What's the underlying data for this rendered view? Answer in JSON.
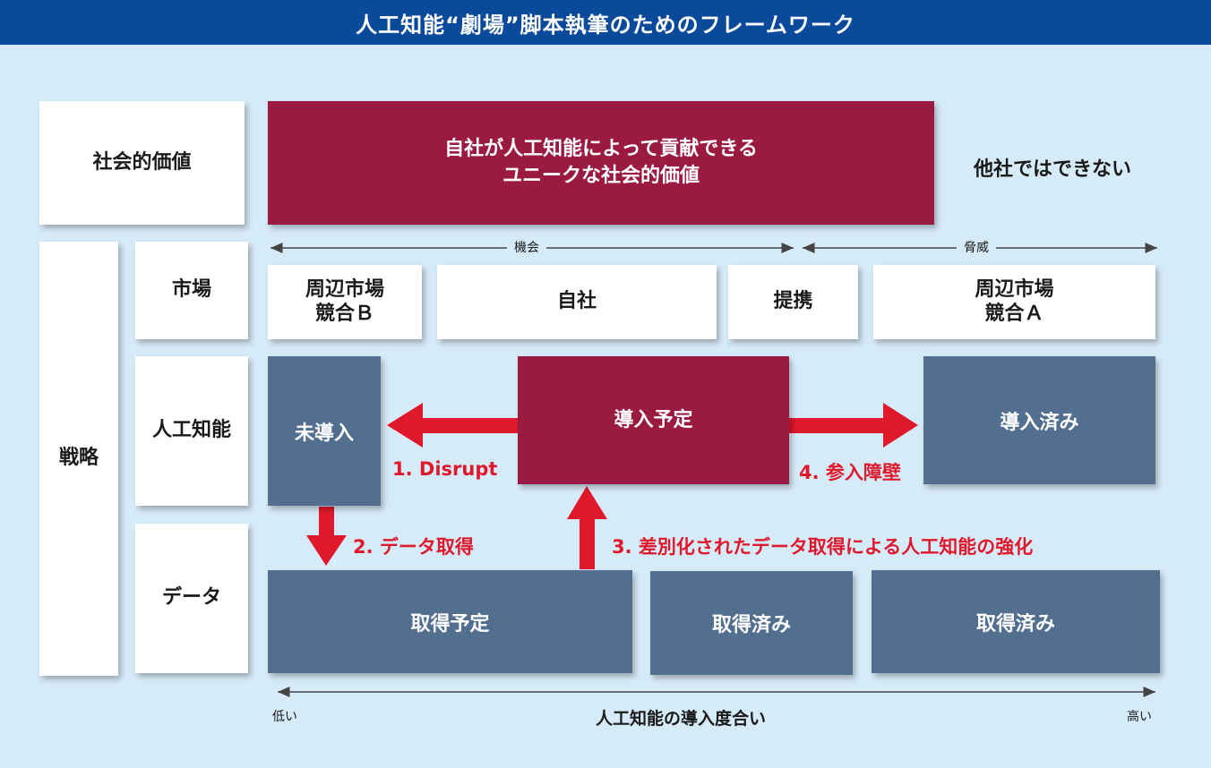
{
  "title": "人工知能“劇場”脚本執筆のためのフレームワーク",
  "rows": {
    "social_value": "社会的価値",
    "strategy": "戦略",
    "market": "市場",
    "ai": "人工知能",
    "data": "データ"
  },
  "social_value_box": {
    "line1": "自社が人工知能によって貢献できる",
    "line2": "ユニークな社会的価値"
  },
  "others_cannot": "他社ではできない",
  "market_axis": {
    "opportunity": "機会",
    "threat": "脅威"
  },
  "market_boxes": {
    "peripheral_b": "周辺市場\n競合Ｂ",
    "own_company": "自社",
    "partnership": "提携",
    "peripheral_a": "周辺市場\n競合Ａ"
  },
  "ai_boxes": {
    "not_adopted": "未導入",
    "planned": "導入予定",
    "adopted": "導入済み"
  },
  "data_boxes": {
    "planned": "取得予定",
    "acquired_mid": "取得済み",
    "acquired_right": "取得済み"
  },
  "arrows": {
    "disrupt": "1. Disrupt",
    "data_acquisition": "2. データ取得",
    "differentiated": "3. 差別化されたデータ取得による人工知能の強化",
    "entry_barrier": "4. 参入障壁"
  },
  "bottom_axis": {
    "low": "低い",
    "center": "人工知能の導入度合い",
    "high": "高い"
  },
  "colors": {
    "header": "#0a4a9a",
    "background": "#d6ebf8",
    "wine": "#9a1a42",
    "slate": "#536f8f",
    "arrow_red": "#e0182b"
  }
}
